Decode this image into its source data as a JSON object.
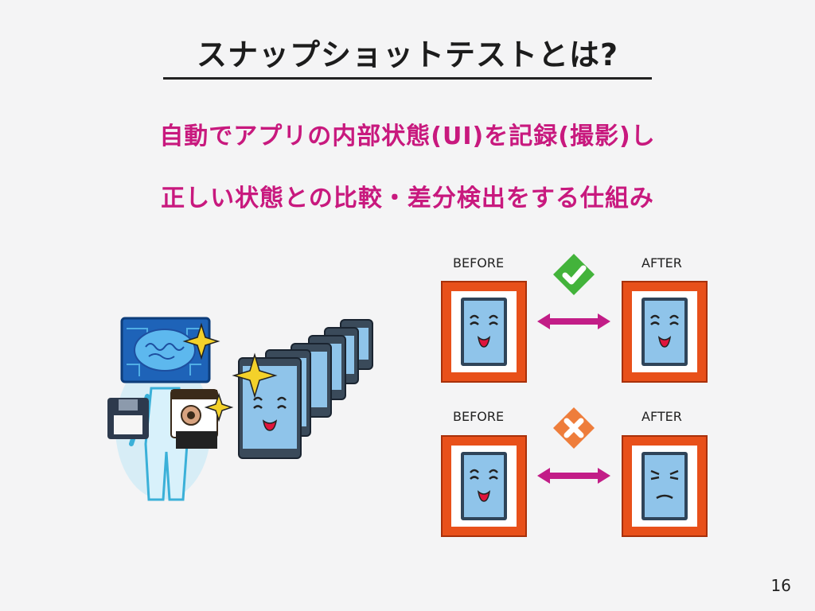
{
  "slide": {
    "title": "スナップショットテストとは?",
    "line1": "自動でアプリの内部状態(UI)を記録(撮影)し",
    "line2": "正しい状態との比較・差分検出をする仕組み",
    "page_number": "16"
  },
  "comparison": {
    "row1": {
      "before_label": "BEFORE",
      "after_label": "AFTER",
      "result": "match"
    },
    "row2": {
      "before_label": "BEFORE",
      "after_label": "AFTER",
      "result": "mismatch"
    }
  },
  "colors": {
    "accent_text": "#c8197e",
    "frame": "#e8501a",
    "arrow": "#c21d87",
    "ok": "#43b33b",
    "ng": "#ee7d3b"
  }
}
